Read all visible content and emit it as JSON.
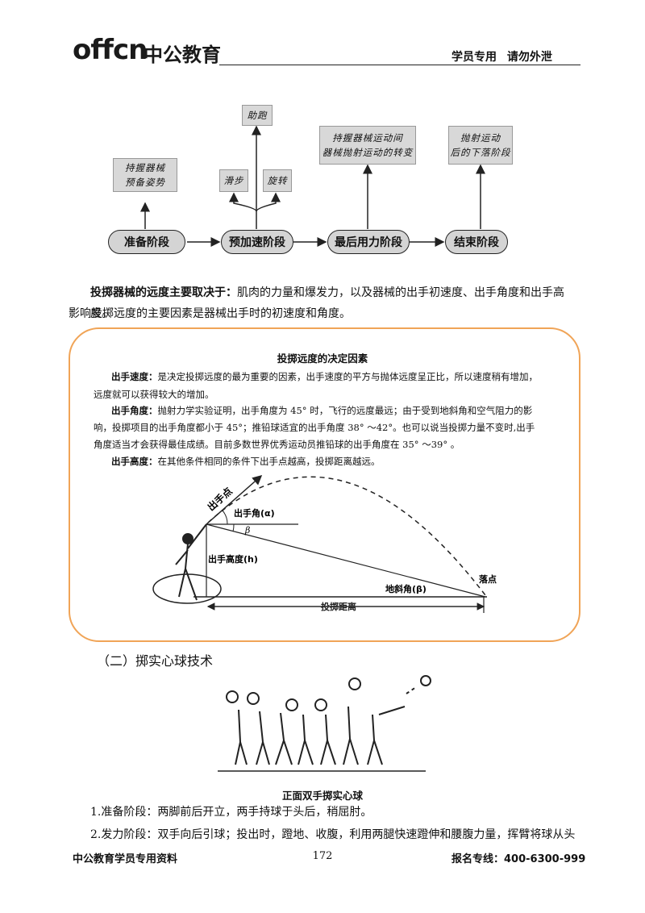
{
  "header": {
    "logo_latin": "offcn",
    "logo_cn": "中公教育",
    "note": "学员专用 请勿外泄"
  },
  "flow": {
    "stages": [
      "准备阶段",
      "预加速阶段",
      "最后用力阶段",
      "结束阶段"
    ],
    "notes": {
      "prep": "持握器械\n预备姿势",
      "run": "助跑",
      "slide": "滑步",
      "rotate": "旋转",
      "final": "持握器械运动间\n器械抛射运动的转变",
      "end": "抛射运动\n后的下落阶段"
    }
  },
  "intro": {
    "bold": "投掷器械的远度主要取决于：",
    "rest": "肌肉的力量和爆发力，以及器械的出手初速度、出手角度和出手高度。",
    "line2": "影响投掷远度的主要因素是器械出手时的初速度和角度。"
  },
  "factor_box": {
    "title": "投掷远度的决定因素",
    "speed_label": "出手速度：",
    "speed_text": "是决定投掷远度的最为重要的因素，出手速度的平方与抛体远度呈正比，所以速度稍有增加，",
    "speed_text2": "远度就可以获得较大的增加。",
    "angle_label": "出手角度：",
    "angle_text": "抛射力学实验证明，出手角度为 45° 时，飞行的远度最远；由于受到地斜角和空气阻力的影",
    "angle_text2": "响，投掷项目的出手角度都小于 45°；推铅球适宜的出手角度 38° ～42°。也可以说当投掷力量不变时,出手",
    "angle_text3": "角度适当才会获得最佳成绩。目前多数世界优秀运动员推铅球的出手角度在 35° ～39° 。",
    "height_label": "出手高度：",
    "height_text": "在其他条件相同的条件下出手点越高，投掷距离越远。"
  },
  "diagram": {
    "release_point": "出手点",
    "release_angle": "出手角(α)",
    "beta": "β",
    "release_height": "出手高度(h)",
    "ground_angle": "地斜角(β)",
    "landing_point": "落点",
    "distance": "投掷距离"
  },
  "section": {
    "title": "（二）掷实心球技术",
    "caption": "正面双手掷实心球",
    "step1": "1.准备阶段：两脚前后开立，两手持球于头后，稍屈肘。",
    "step2": "2.发力阶段：双手向后引球；投出时，蹬地、收腹，利用两腿快速蹬伸和腰腹力量，挥臂将球从头"
  },
  "footer": {
    "left": "中公教育学员专用资料",
    "page": "172",
    "right": "报名专线：400-6300-999"
  }
}
